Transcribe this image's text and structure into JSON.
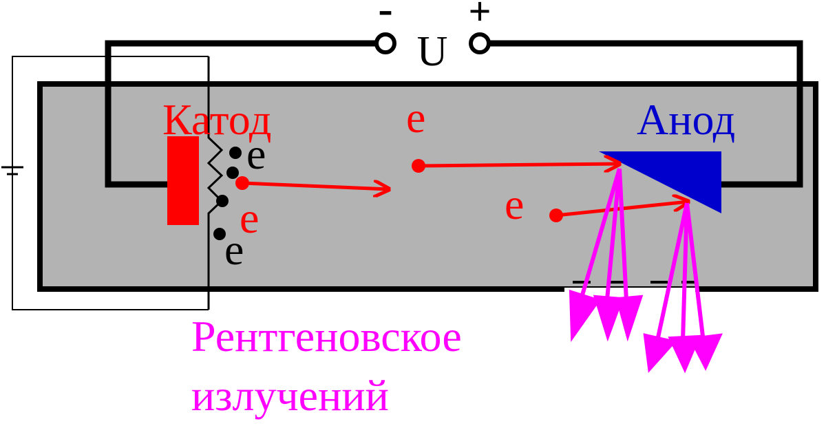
{
  "labels": {
    "voltage": "U",
    "minus": "-",
    "plus": "+",
    "cathode": "Катод",
    "anode": "Анод",
    "electron": "e",
    "xray_line1": "Рентгеновское",
    "xray_line2": "излучений"
  },
  "colors": {
    "tube": "#b3b3b3",
    "wire": "#000000",
    "electron_red": "#ff0000",
    "anode_blue": "#0000cc",
    "xray_magenta": "#ff00ff",
    "background": "#ffffff"
  }
}
